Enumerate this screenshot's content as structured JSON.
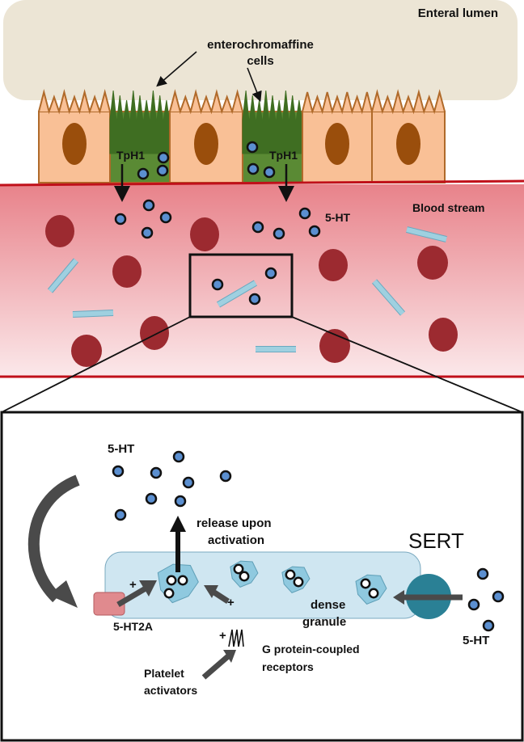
{
  "labels": {
    "enteral_lumen": "Enteral lumen",
    "enterochromaffine_line1": "enterochromaffine",
    "enterochromaffine_line2": "cells",
    "tph1_left": "TpH1",
    "tph1_right": "TpH1",
    "blood_stream": "Blood stream",
    "serotonin_top": "5-HT",
    "serotonin_detail": "5-HT",
    "release_line1": "release upon",
    "release_line2": "activation",
    "sert": "SERT",
    "dense_line1": "dense",
    "dense_line2": "granule",
    "receptor_5ht2a": "5-HT2A",
    "gpcr_line1": "G protein-coupled",
    "gpcr_line2": "receptors",
    "activators_line1": "Platelet",
    "activators_line2": "activators",
    "serotonin_sert": "5-HT",
    "plus_1": "+",
    "plus_2": "+",
    "plus_3": "+"
  },
  "colors": {
    "lumen": "#ece5d5",
    "lumen_text": "#9a8a5a",
    "cell_fill": "#f9c096",
    "cell_edge": "#b06a2a",
    "nucleus": "#9a4e0c",
    "ec_cell": "#5a8a34",
    "ec_villi": "#3f6e22",
    "blood_top": "#e8828a",
    "blood_bottom": "#fbe8ea",
    "vessel_line": "#c0101a",
    "blood_text": "#e00000",
    "rbc": "#9c2a30",
    "platelet_stick": "#9fd0e0",
    "serotonin_dot": "#5b8fd0",
    "platelet_body": "#cfe6f1",
    "granule": "#8fc9df",
    "sert": "#2a8095",
    "receptor": "#e08a8e",
    "arrow_gray": "#4a4a4a"
  }
}
